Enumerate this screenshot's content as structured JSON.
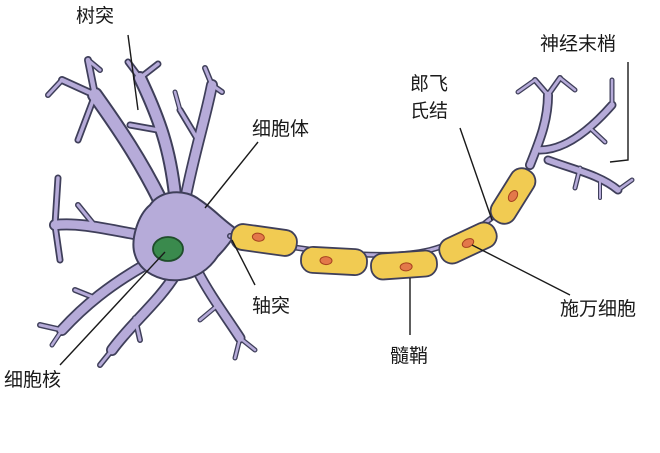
{
  "diagram": {
    "labels": {
      "dendrite": "树突",
      "cell_body": "细胞体",
      "nucleus": "细胞核",
      "axon": "轴突",
      "node_of_ranvier_line1": "郎飞",
      "node_of_ranvier_line2": "氏结",
      "axon_terminal": "神经末梢",
      "schwann_cell": "施万细胞",
      "myelin_sheath": "髓鞘"
    },
    "colors": {
      "neuron_body": "#b6abd9",
      "outline": "#3f3f5a",
      "nucleus": "#3a8a4d",
      "myelin": "#f1cb52",
      "myelin_nucleus": "#e3784a",
      "text": "#1a1a1a",
      "background": "#ffffff"
    }
  }
}
